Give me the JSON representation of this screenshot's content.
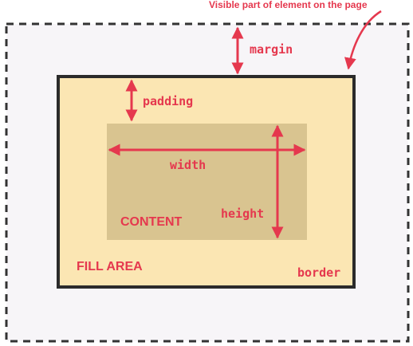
{
  "labels": {
    "caption": "Visible part of element on the page",
    "margin": "margin",
    "padding": "padding",
    "width": "width",
    "height": "height",
    "content": "CONTENT",
    "fill_area": "FILL AREA",
    "border": "border"
  },
  "colors": {
    "accent": "#e5384e",
    "outer_background": "#f7f5f8",
    "outer_dash": "#333333",
    "padding_fill": "#fbe6b3",
    "border_stroke": "#2b2b2b",
    "content_fill": "#d9c490"
  }
}
